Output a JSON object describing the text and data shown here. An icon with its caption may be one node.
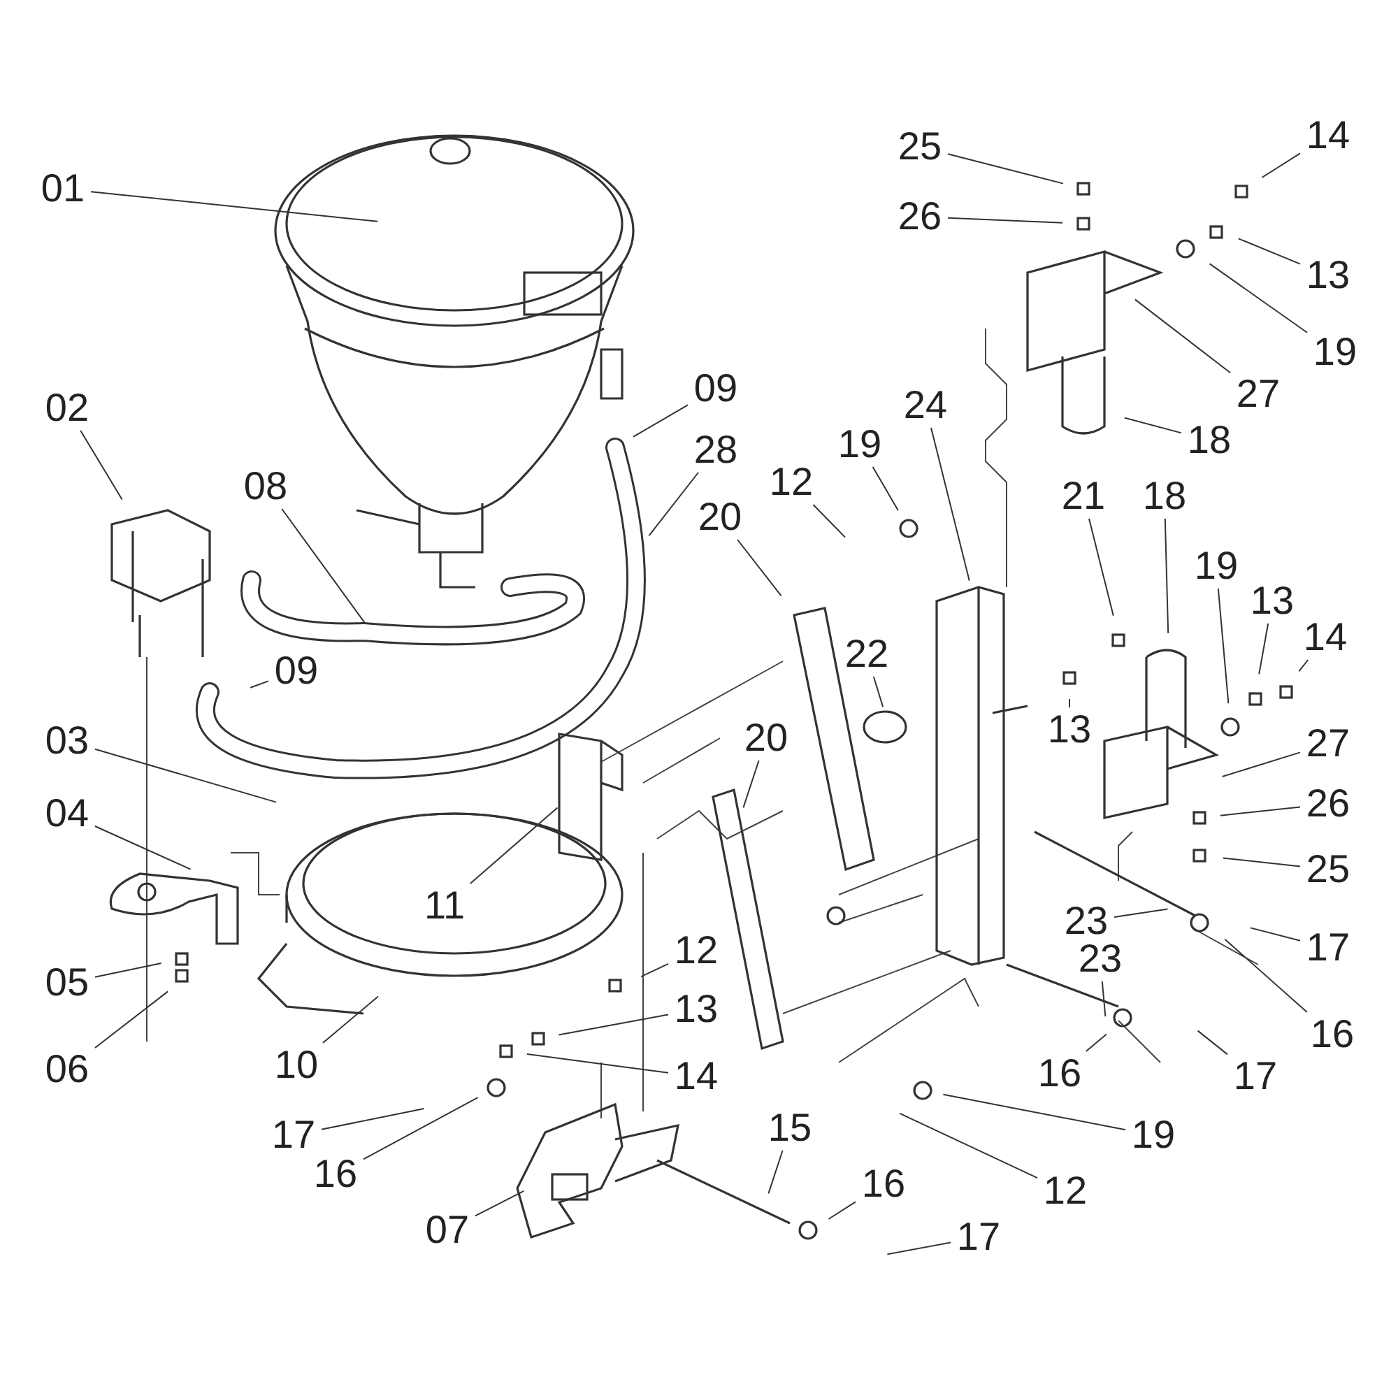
{
  "diagram": {
    "nodes": [
      {
        "text": [
          "25"
        ]
      },
      {
        "text": [
          "14"
        ]
      },
      {
        "text": [
          "01"
        ]
      },
      {
        "text": [
          "26"
        ]
      },
      {
        "text": [
          "13"
        ]
      },
      {
        "text": [
          "19"
        ]
      },
      {
        "text": [
          "09"
        ]
      },
      {
        "text": [
          "02"
        ]
      },
      {
        "text": [
          "24"
        ]
      },
      {
        "text": [
          "27"
        ]
      },
      {
        "text": [
          "18"
        ]
      },
      {
        "text": [
          "12"
        ]
      },
      {
        "text": [
          "19"
        ]
      },
      {
        "text": [
          "28"
        ]
      },
      {
        "text": [
          "08"
        ]
      },
      {
        "text": [
          "20"
        ]
      },
      {
        "text": [
          "21"
        ]
      },
      {
        "text": [
          "18"
        ]
      },
      {
        "text": [
          "19"
        ]
      },
      {
        "text": [
          "13"
        ]
      },
      {
        "text": [
          "14"
        ]
      },
      {
        "text": [
          "22"
        ]
      },
      {
        "text": [
          "09"
        ]
      },
      {
        "text": [
          "13"
        ]
      },
      {
        "text": [
          "27"
        ]
      },
      {
        "text": [
          "03"
        ]
      },
      {
        "text": [
          "20"
        ]
      },
      {
        "text": [
          "04"
        ]
      },
      {
        "text": [
          "26"
        ]
      },
      {
        "text": [
          "25"
        ]
      },
      {
        "text": [
          "11"
        ]
      },
      {
        "text": [
          "23"
        ]
      },
      {
        "text": [
          "17"
        ]
      },
      {
        "text": [
          "12"
        ]
      },
      {
        "text": [
          "23"
        ]
      },
      {
        "text": [
          "05"
        ]
      },
      {
        "text": [
          "13"
        ]
      },
      {
        "text": [
          "16"
        ]
      },
      {
        "text": [
          "10"
        ]
      },
      {
        "text": [
          "06"
        ]
      },
      {
        "text": [
          "14"
        ]
      },
      {
        "text": [
          "16"
        ]
      },
      {
        "text": [
          "17"
        ]
      },
      {
        "text": [
          "17"
        ]
      },
      {
        "text": [
          "15"
        ]
      },
      {
        "text": [
          "19"
        ]
      },
      {
        "text": [
          "16"
        ]
      },
      {
        "text": [
          "12"
        ]
      },
      {
        "text": [
          "16"
        ]
      },
      {
        "text": [
          "07"
        ]
      },
      {
        "text": [
          "17"
        ]
      }
    ],
    "edges": [
      {
        "from": 0,
        "to": null,
        "arrow": "none"
      },
      {
        "from": 1,
        "to": null,
        "arrow": "none"
      },
      {
        "from": 2,
        "to": null,
        "arrow": "none"
      },
      {
        "from": 3,
        "to": null,
        "arrow": "none"
      },
      {
        "from": 4,
        "to": null,
        "arrow": "none"
      },
      {
        "from": 5,
        "to": null,
        "arrow": "none"
      },
      {
        "from": 6,
        "to": null,
        "arrow": "none"
      },
      {
        "from": 7,
        "to": null,
        "arrow": "none"
      },
      {
        "from": 8,
        "to": null,
        "arrow": "none"
      },
      {
        "from": 9,
        "to": null,
        "arrow": "none"
      },
      {
        "from": 10,
        "to": null,
        "arrow": "none"
      },
      {
        "from": 11,
        "to": null,
        "arrow": "none"
      },
      {
        "from": 12,
        "to": null,
        "arrow": "none"
      },
      {
        "from": 13,
        "to": null,
        "arrow": "none"
      },
      {
        "from": 14,
        "to": null,
        "arrow": "none"
      },
      {
        "from": 15,
        "to": null,
        "arrow": "none"
      },
      {
        "from": 16,
        "to": null,
        "arrow": "none"
      },
      {
        "from": 17,
        "to": null,
        "arrow": "none"
      },
      {
        "from": 18,
        "to": null,
        "arrow": "none"
      },
      {
        "from": 19,
        "to": null,
        "arrow": "none"
      },
      {
        "from": 20,
        "to": null,
        "arrow": "none"
      },
      {
        "from": 21,
        "to": null,
        "arrow": "none"
      },
      {
        "from": 22,
        "to": null,
        "arrow": "none"
      },
      {
        "from": 23,
        "to": null,
        "arrow": "none"
      },
      {
        "from": 24,
        "to": null,
        "arrow": "none"
      },
      {
        "from": 25,
        "to": null,
        "arrow": "none"
      },
      {
        "from": 26,
        "to": null,
        "arrow": "none"
      },
      {
        "from": 27,
        "to": null,
        "arrow": "none"
      },
      {
        "from": 28,
        "to": null,
        "arrow": "none"
      },
      {
        "from": 29,
        "to": null,
        "arrow": "none"
      },
      {
        "from": 30,
        "to": null,
        "arrow": "none"
      },
      {
        "from": 31,
        "to": null,
        "arrow": "none"
      },
      {
        "from": 32,
        "to": null,
        "arrow": "none"
      },
      {
        "from": 33,
        "to": null,
        "arrow": "none"
      },
      {
        "from": 34,
        "to": null,
        "arrow": "none"
      },
      {
        "from": 35,
        "to": null,
        "arrow": "none"
      },
      {
        "from": 36,
        "to": null,
        "arrow": "none"
      },
      {
        "from": 37,
        "to": null,
        "arrow": "none"
      },
      {
        "from": 38,
        "to": null,
        "arrow": "none"
      },
      {
        "from": 39,
        "to": null,
        "arrow": "none"
      },
      {
        "from": 40,
        "to": null,
        "arrow": "none"
      },
      {
        "from": 41,
        "to": null,
        "arrow": "none"
      },
      {
        "from": 42,
        "to": null,
        "arrow": "none"
      },
      {
        "from": 43,
        "to": null,
        "arrow": "none"
      },
      {
        "from": 44,
        "to": null,
        "arrow": "none"
      },
      {
        "from": 45,
        "to": null,
        "arrow": "none"
      },
      {
        "from": 46,
        "to": null,
        "arrow": "none"
      },
      {
        "from": 47,
        "to": null,
        "arrow": "none"
      },
      {
        "from": 48,
        "to": null,
        "arrow": "none"
      },
      {
        "from": 49,
        "to": null,
        "arrow": "none"
      },
      {
        "from": 50,
        "to": null,
        "arrow": "none"
      }
    ]
  }
}
